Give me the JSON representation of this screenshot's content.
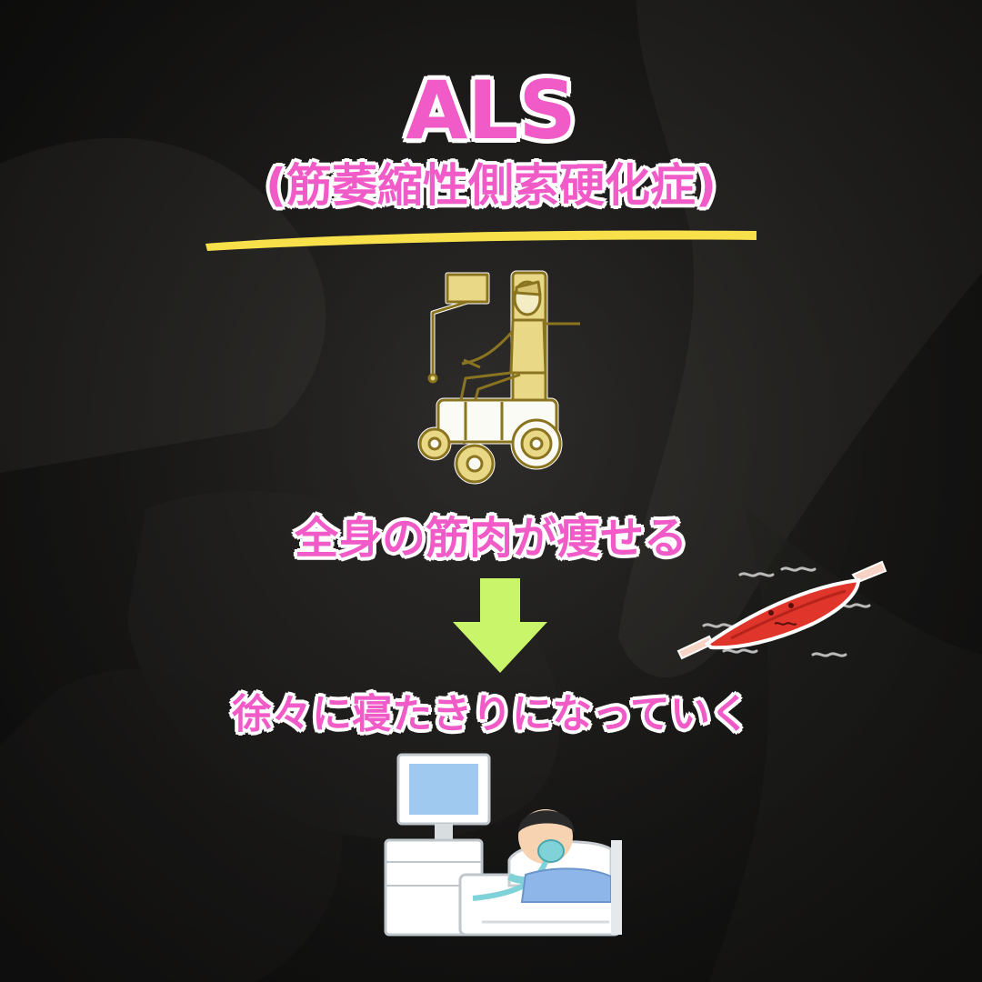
{
  "poster": {
    "title": "ALS",
    "subtitle": "(筋萎縮性側索硬化症)",
    "symptom_line": "全身の筋肉が痩せる",
    "progression_line": "徐々に寝たきりになっていく"
  },
  "colors": {
    "title_pink": "#f05bc8",
    "outline_white": "#ffffff",
    "underline_yellow": "#f7e04a",
    "arrow_green": "#c8f56a",
    "muscle_red": "#e0352a"
  },
  "icons": {
    "wheelchair": "person-in-electric-wheelchair-icon",
    "arrow": "arrow-down-icon",
    "muscle": "trembling-muscle-icon",
    "ventilator": "patient-on-ventilator-icon"
  }
}
